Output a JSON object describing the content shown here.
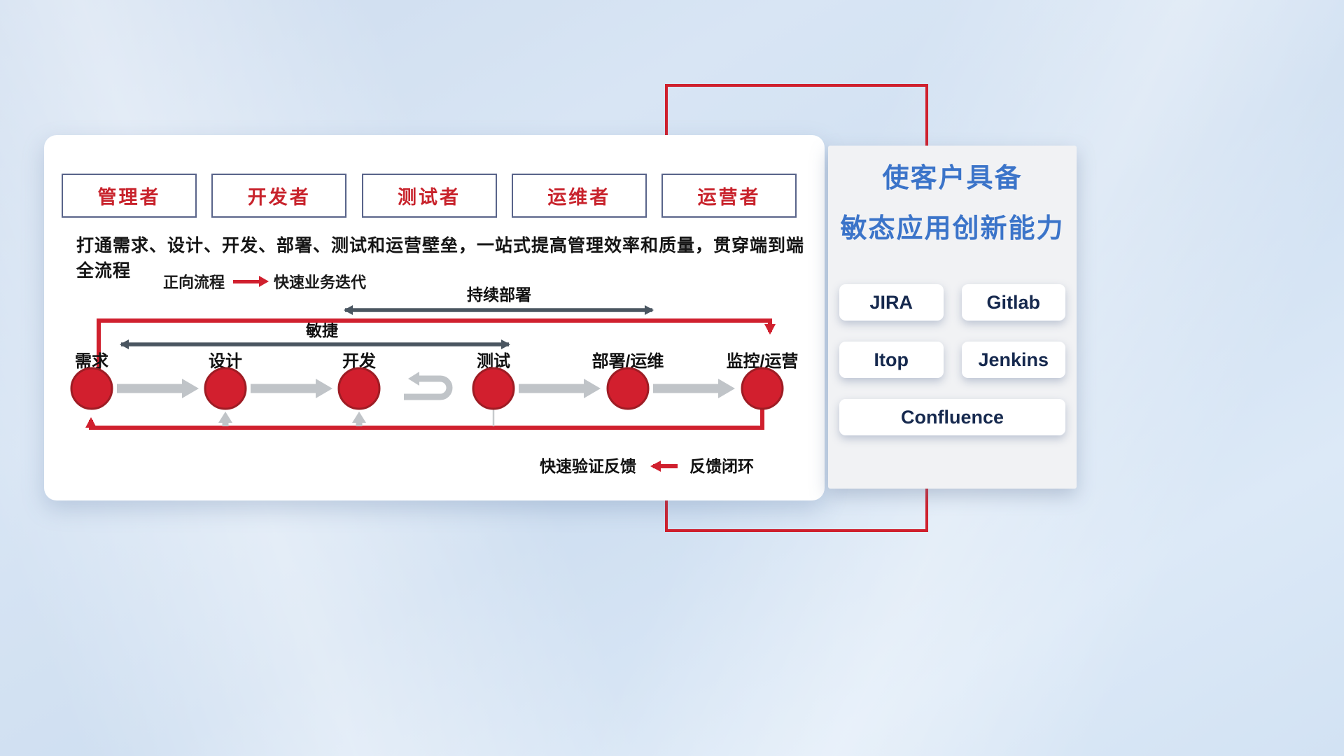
{
  "card": {
    "roles": [
      "管理者",
      "开发者",
      "测试者",
      "运维者",
      "运营者"
    ],
    "description": "打通需求、设计、开发、部署、测试和运营壁垒，一站式提高管理效率和质量，贯穿端到端全流程",
    "legend_forward": {
      "label": "正向流程",
      "value": "快速业务迭代"
    },
    "legend_feedback": {
      "label": "快速验证反馈",
      "value": "反馈闭环"
    },
    "span_arrows": {
      "continuous_deploy": "持续部署",
      "agile": "敏捷"
    },
    "stages": [
      "需求",
      "设计",
      "开发",
      "测试",
      "部署/运维",
      "监控/运营"
    ]
  },
  "panel": {
    "title_line1": "使客户具备",
    "title_line2": "敏态应用创新能力",
    "tools": [
      "JIRA",
      "Gitlab",
      "Itop",
      "Jenkins",
      "Confluence"
    ]
  },
  "colors": {
    "accent_red": "#d0202e",
    "title_blue": "#3b74c9",
    "dark_arrow": "#4a5661",
    "gray_arrow": "#c0c4c8"
  }
}
